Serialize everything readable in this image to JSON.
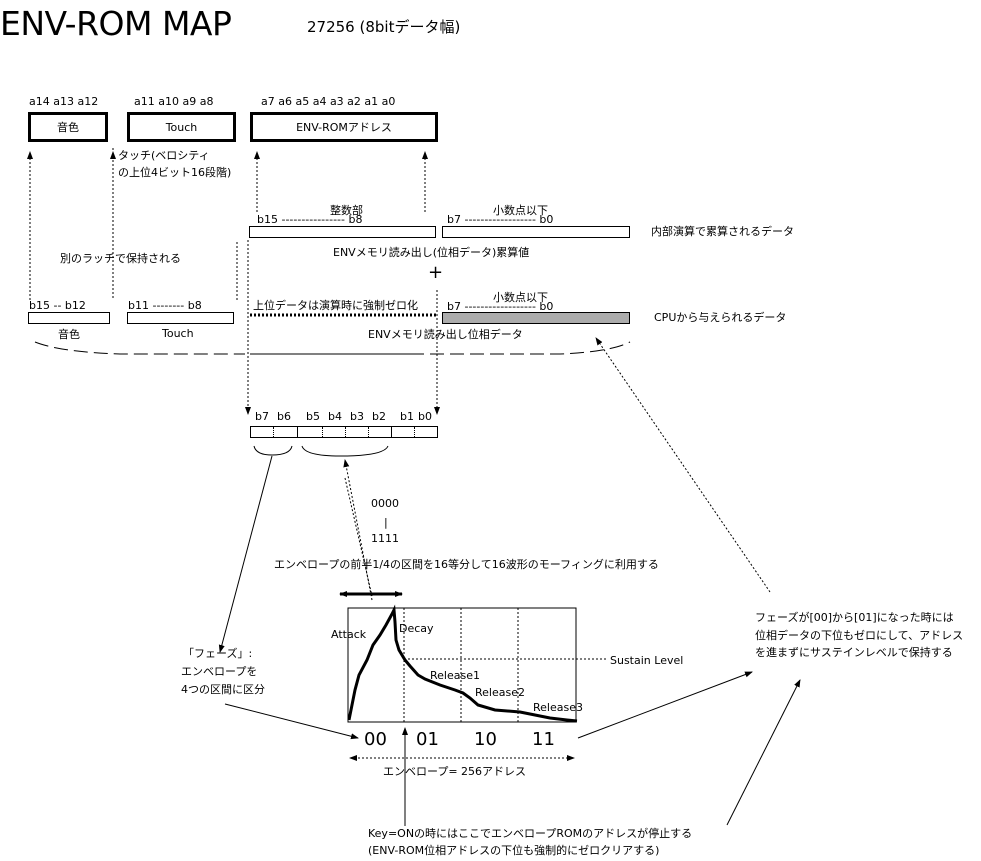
{
  "header": {
    "title": "ENV-ROM MAP",
    "subtitle": "27256 (8bitデータ幅)"
  },
  "address": {
    "groups": [
      {
        "bits": "a14 a13 a12",
        "label": "音色"
      },
      {
        "bits": "a11 a10  a9  a8",
        "label": "Touch"
      },
      {
        "bits": "a7 a6 a5 a4 a3 a2 a1 a0",
        "label": "ENV-ROMアドレス"
      }
    ],
    "touch_note_line1": "タッチ(ベロシティ",
    "touch_note_line2": "の上位4ビット16段階)"
  },
  "accumulator": {
    "integer_label": "整数部",
    "integer_bits": "b15 ---------------- b8",
    "fraction_label": "小数点以下",
    "fraction_bits": "b7 ------------------ b0",
    "caption": "ENVメモリ読み出し(位相データ)累算値",
    "side_note": "内部演算で累算されるデータ",
    "plus": "+"
  },
  "latch_note": "別のラッチで保持される",
  "cpu_data": {
    "timbre_bits": "b15  --  b12",
    "timbre_label": "音色",
    "touch_bits": "b11  --------  b8",
    "touch_label": "Touch",
    "upper_note": "上位データは演算時に強制ゼロ化",
    "fraction_label": "小数点以下",
    "fraction_bits": "b7 ------------------ b0",
    "caption": "ENVメモリ読み出し位相データ",
    "side_note": "CPUから与えられるデータ"
  },
  "rom_byte": {
    "bits": [
      "b7",
      "b6",
      "b5",
      "b4",
      "b3",
      "b2",
      "b1",
      "b0"
    ]
  },
  "morph": {
    "range_top": "0000",
    "range_sep": "|",
    "range_bottom": "1111",
    "caption": "エンベロープの前半1/4の区間を16等分して16波形のモーフィングに利用する"
  },
  "envelope": {
    "segments": [
      "Attack",
      "Decay",
      "Release1",
      "Release2",
      "Release3"
    ],
    "sustain_label": "Sustain Level",
    "phases": [
      "00",
      "01",
      "10",
      "11"
    ],
    "length_label": "エンベロープ= 256アドレス"
  },
  "phase_note": {
    "line1": "「フェーズ」:",
    "line2": "エンベロープを",
    "line3": "4つの区間に区分"
  },
  "sustain_note": {
    "line1": "フェーズが[00]から[01]になった時には",
    "line2": "位相データの下位もゼロにして、アドレス",
    "line3": "を進まずにサステインレベルで保持する"
  },
  "keyon_note": {
    "line1": "Key=ONの時にはここでエンベロープROMのアドレスが停止する",
    "line2": "(ENV-ROM位相アドレスの下位も強制的にゼロクリアする)"
  }
}
